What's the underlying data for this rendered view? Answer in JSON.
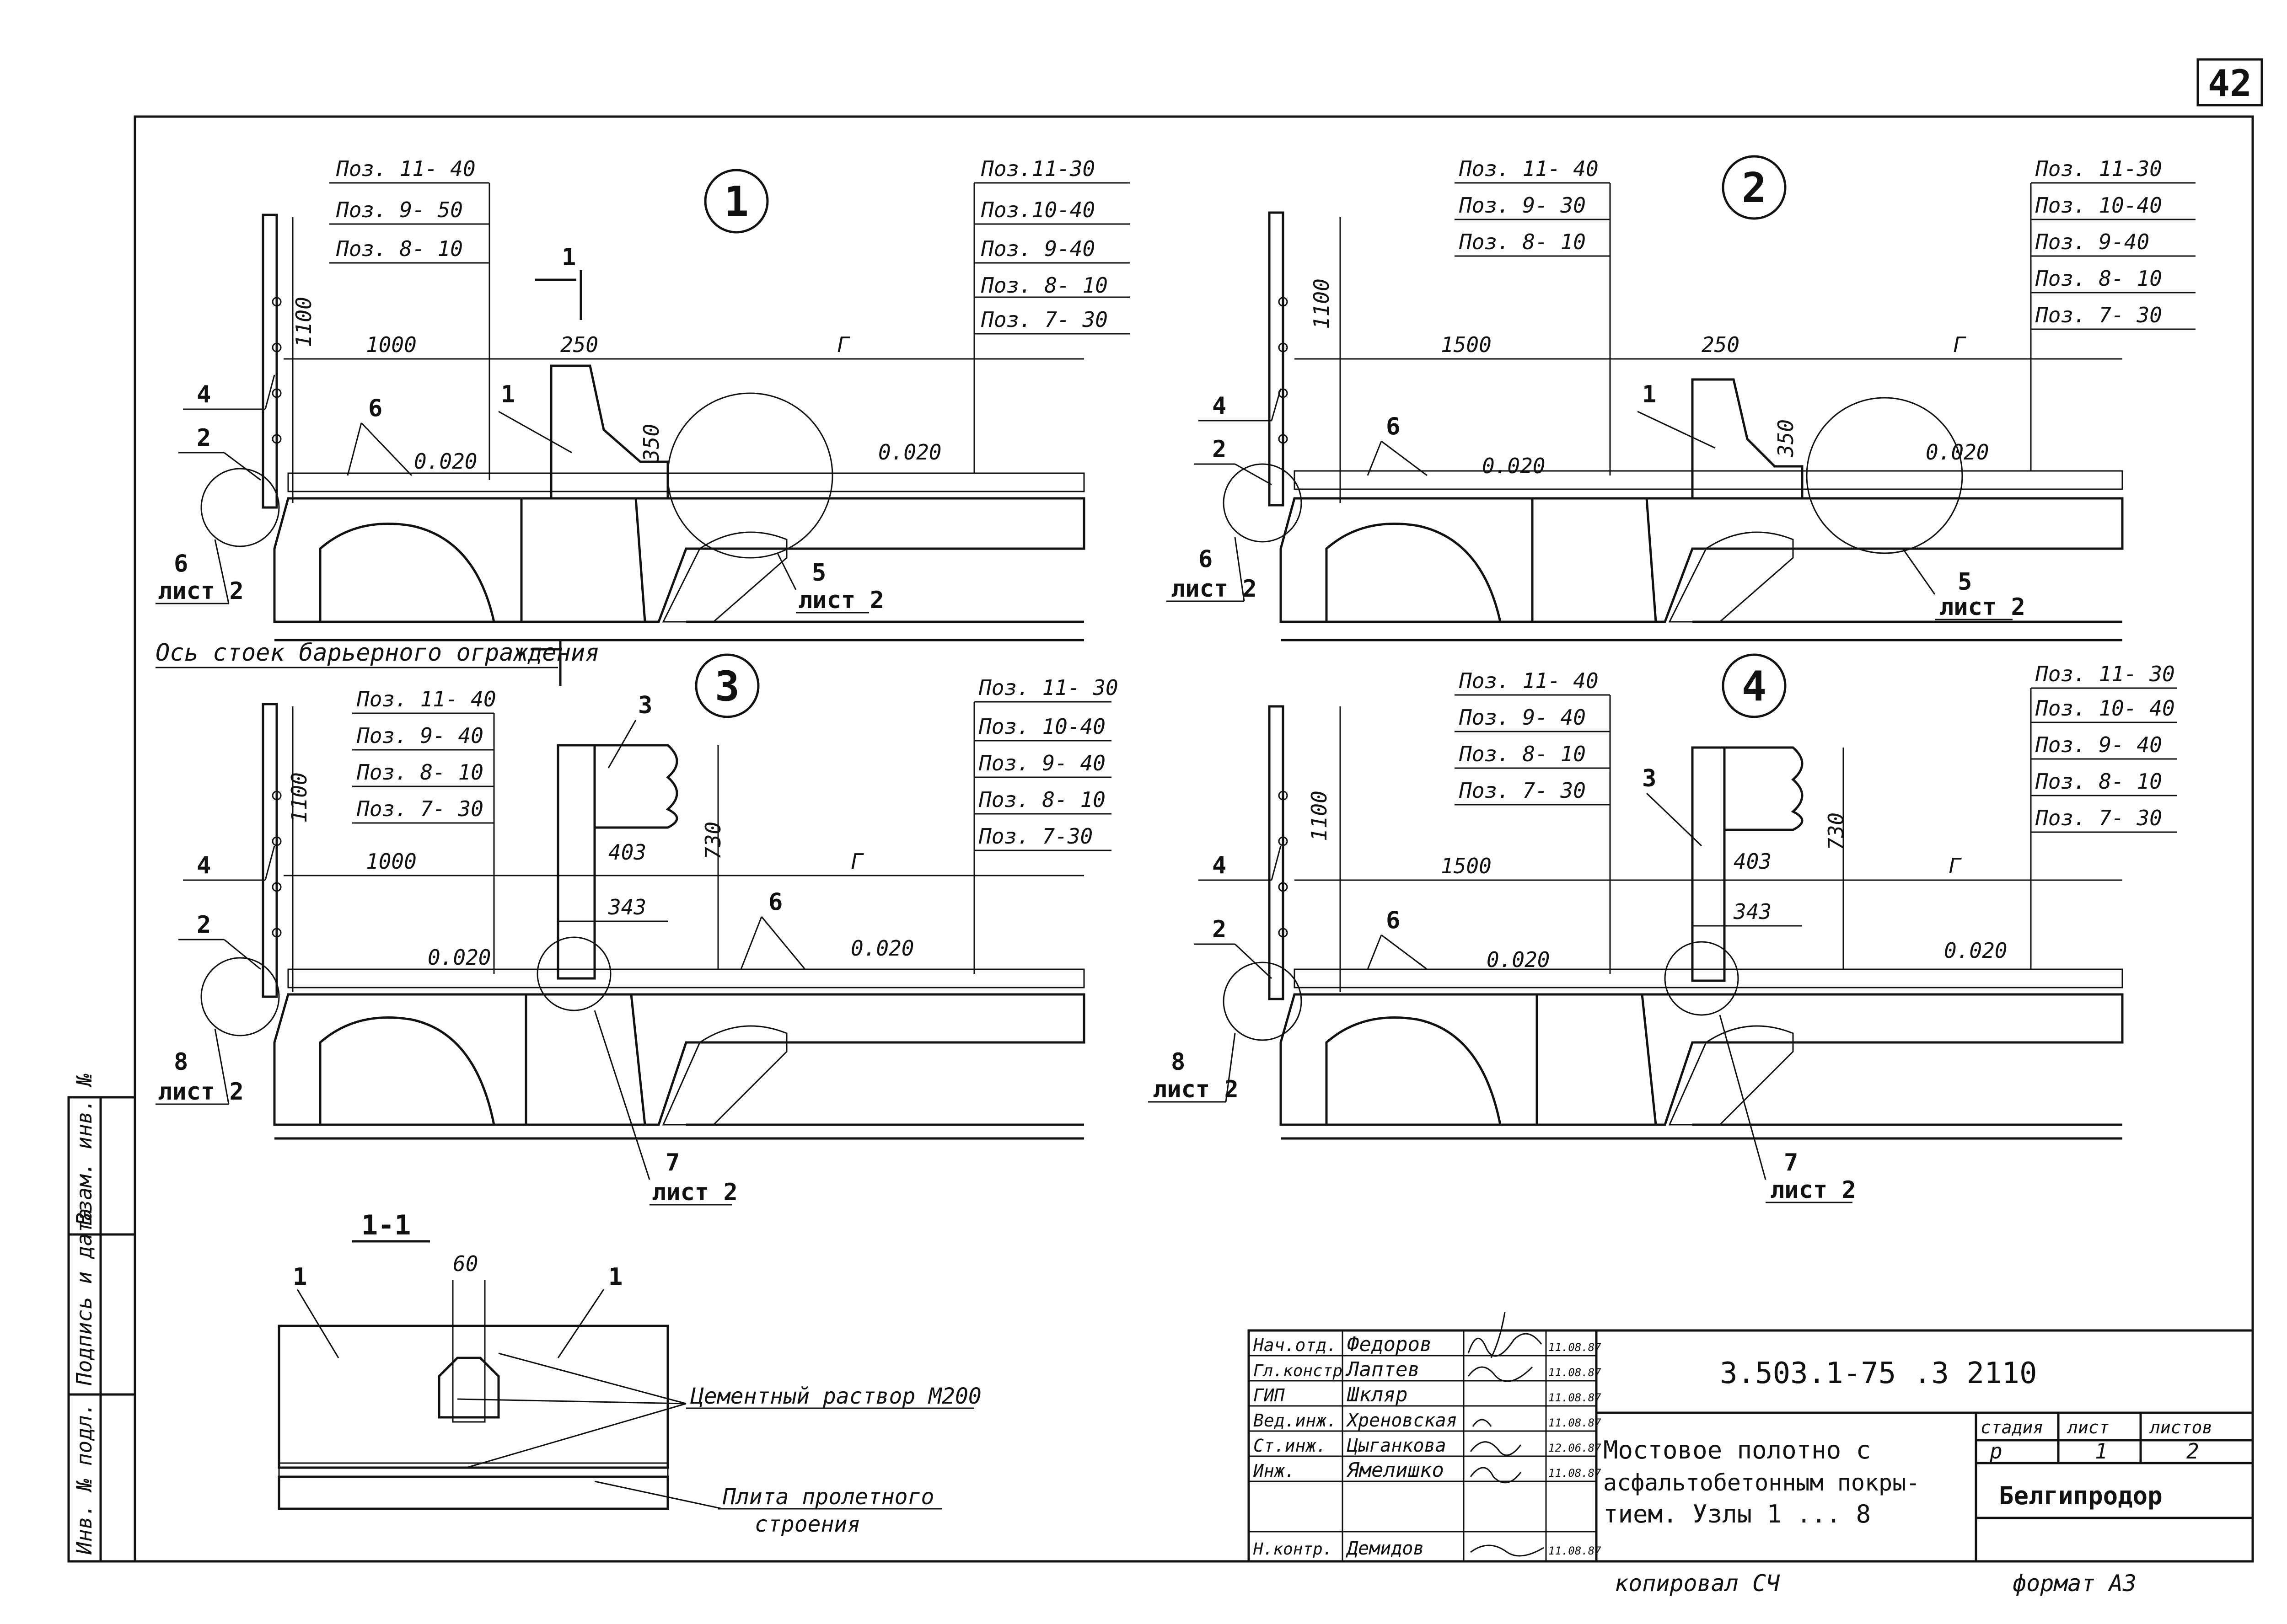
{
  "sheet_no": "42",
  "nodes": [
    {
      "num": "1",
      "pos_left": [
        "Поз. 11- 40",
        "Поз. 9- 50",
        "Поз. 8- 10"
      ],
      "pos_right": [
        "Поз.11-30",
        "Поз.10-40",
        "Поз. 9-40",
        "Поз. 8- 10",
        "Поз. 7- 30"
      ],
      "dims": {
        "h": "1100",
        "w1": "1000",
        "w2": "250",
        "r": "Г",
        "hb": "350"
      },
      "slope": "0.020",
      "slope2": "0.020",
      "labels": {
        "c1": "1",
        "c2": "2",
        "c4": "4",
        "c6": "6"
      },
      "ref_a": {
        "n": "6",
        "sheet": "лист 2"
      },
      "ref_b": {
        "n": "5",
        "sheet": "лист 2"
      },
      "section": "1"
    },
    {
      "num": "2",
      "pos_left": [
        "Поз. 11- 40",
        "Поз. 9- 30",
        "Поз. 8- 10"
      ],
      "pos_right": [
        "Поз. 11-30",
        "Поз. 10-40",
        "Поз. 9-40",
        "Поз. 8- 10",
        "Поз. 7- 30"
      ],
      "dims": {
        "h": "1100",
        "w1": "1500",
        "w2": "250",
        "r": "Г",
        "hb": "350"
      },
      "slope": "0.020",
      "slope2": "0.020",
      "labels": {
        "c1": "1",
        "c2": "2",
        "c4": "4",
        "c6": "6"
      },
      "ref_a": {
        "n": "6",
        "sheet": "лист 2"
      },
      "ref_b": {
        "n": "5",
        "sheet": "лист 2"
      }
    },
    {
      "num": "3",
      "pos_left": [
        "Поз. 11- 40",
        "Поз. 9- 40",
        "Поз. 8- 10",
        "Поз. 7- 30"
      ],
      "pos_right": [
        "Поз. 11- 30",
        "Поз. 10-40",
        "Поз. 9- 40",
        "Поз. 8- 10",
        "Поз. 7-30"
      ],
      "dims": {
        "h": "1100",
        "w1": "1000",
        "r": "Г",
        "w3": "403",
        "w4": "343",
        "hb": "730"
      },
      "slope": "0.020",
      "slope2": "0.020",
      "labels": {
        "c2": "2",
        "c3": "3",
        "c4": "4",
        "c6": "6"
      },
      "ref_a": {
        "n": "8",
        "sheet": "лист 2"
      },
      "ref_b": {
        "n": "7",
        "sheet": "лист 2"
      },
      "axis_note": "Ось стоек барьерного ограждения"
    },
    {
      "num": "4",
      "pos_left": [
        "Поз. 11- 40",
        "Поз. 9- 40",
        "Поз. 8- 10",
        "Поз. 7- 30"
      ],
      "pos_right": [
        "Поз. 11- 30",
        "Поз. 10- 40",
        "Поз. 9- 40",
        "Поз. 8- 10",
        "Поз. 7- 30"
      ],
      "dims": {
        "h": "1100",
        "w1": "1500",
        "r": "Г",
        "w3": "403",
        "w4": "343",
        "hb": "730"
      },
      "slope": "0.020",
      "slope2": "0.020",
      "labels": {
        "c2": "2",
        "c3": "3",
        "c4": "4",
        "c6": "6"
      },
      "ref_a": {
        "n": "8",
        "sheet": "лист 2"
      },
      "ref_b": {
        "n": "7",
        "sheet": "лист 2"
      }
    }
  ],
  "section_view": {
    "title": "1-1",
    "dim": "60",
    "c1a": "1",
    "c1b": "1",
    "note1": "Цементный раствор М200",
    "note2a": "Плита пролетного",
    "note2b": "строения"
  },
  "side_stamp": [
    "Инв. № подл.",
    "Подпись и дата",
    "Взам. инв. №"
  ],
  "title_block": {
    "code": "3.503.1-75 .3 2110",
    "title_lines": [
      "Мостовое полотно с",
      "асфальтобетонным покры-",
      "тием. Узлы 1 ... 8"
    ],
    "stage_header": [
      "стадия",
      "лист",
      "листов"
    ],
    "stage_values": [
      "р",
      "1",
      "2"
    ],
    "org": "Белгипродор",
    "roles": [
      {
        "role": "Нач.отд.",
        "name": "Федоров",
        "date": "11.08.87"
      },
      {
        "role": "Гл.констр.",
        "name": "Лаптев",
        "date": "11.08.87"
      },
      {
        "role": "ГИП",
        "name": "Шкляр",
        "date": "11.08.87"
      },
      {
        "role": "Вед.инж.",
        "name": "Хреновская",
        "date": "11.08.87"
      },
      {
        "role": "Ст.инж.",
        "name": "Цыганкова",
        "date": "12.06.87"
      },
      {
        "role": "Инж.",
        "name": "Ямелишко",
        "date": "11.08.87"
      },
      {
        "role": "",
        "name": "",
        "date": ""
      },
      {
        "role": "Н.контр.",
        "name": "Демидов",
        "date": "11.08.87"
      }
    ],
    "copied": "копировал СЧ",
    "format": "формат А3"
  },
  "colors": {
    "ink": "#111111",
    "paper": "#ffffff"
  }
}
